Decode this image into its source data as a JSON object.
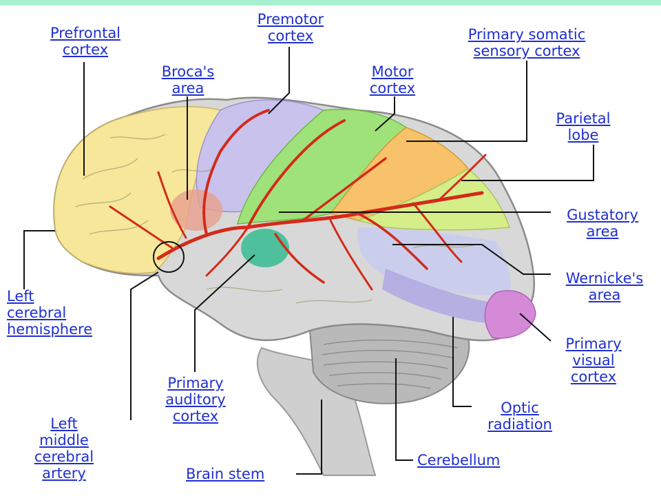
{
  "colors": {
    "label_link": "#1f2fd0",
    "artery": "#d42a1a",
    "prefrontal": "#f7e79a",
    "premotor": "#c8c2ec",
    "motor": "#9fe27a",
    "somatic": "#f7c26a",
    "parietal": "#d6ee8a",
    "gustatory": "#3fbf96",
    "wernicke": "#c8cdf0",
    "visual": "#d58ad8",
    "temporal": "#d8d8d8",
    "cerebellum": "#b9b9b9",
    "brainstem": "#cfcfcf",
    "top_bar": "#a8f0cf"
  },
  "labels": {
    "prefrontal": [
      "Prefrontal",
      "cortex"
    ],
    "premotor": [
      "Premotor",
      "cortex"
    ],
    "somatic": [
      "Primary somatic",
      "sensory cortex"
    ],
    "broca": [
      "Broca's",
      "area"
    ],
    "motor": [
      "Motor",
      "cortex"
    ],
    "parietal": [
      "Parietal",
      "lobe"
    ],
    "gustatory": [
      "Gustatory",
      "area"
    ],
    "left_hemisphere": [
      "Left",
      "cerebral",
      "hemisphere"
    ],
    "wernicke": [
      "Wernicke's",
      "area"
    ],
    "visual": [
      "Primary",
      "visual",
      "cortex"
    ],
    "auditory": [
      "Primary",
      "auditory",
      "cortex"
    ],
    "optic": [
      "Optic",
      "radiation"
    ],
    "artery": [
      "Left",
      "middle",
      "cerebral",
      "artery"
    ],
    "cerebellum": [
      "Cerebellum"
    ],
    "brainstem": [
      "Brain stem"
    ]
  }
}
